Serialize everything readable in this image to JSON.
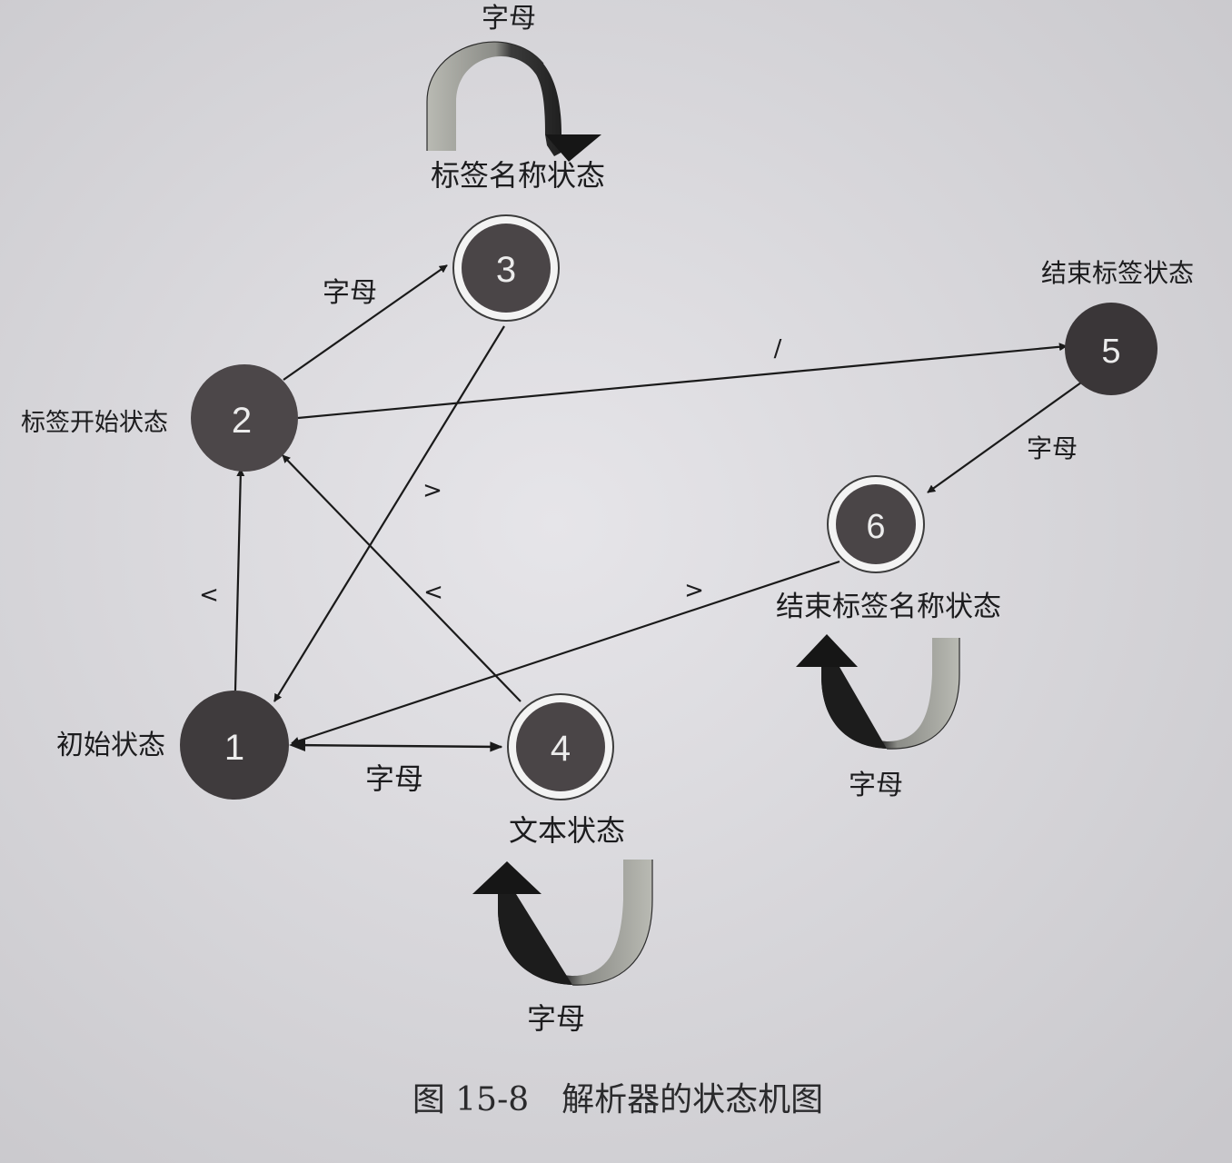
{
  "states": {
    "s1": {
      "number": "1",
      "name": "初始状态"
    },
    "s2": {
      "number": "2",
      "name": "标签开始状态"
    },
    "s3": {
      "number": "3",
      "name": "标签名称状态"
    },
    "s4": {
      "number": "4",
      "name": "文本状态"
    },
    "s5": {
      "number": "5",
      "name": "结束标签状态"
    },
    "s6": {
      "number": "6",
      "name": "结束标签名称状态"
    }
  },
  "transitions": {
    "t_1_2": "<",
    "t_2_3": "字母",
    "t_2_5": "/",
    "t_3_1": ">",
    "t_1_4": "字母",
    "t_4_2": "<",
    "t_5_6": "字母",
    "t_6_1": ">",
    "loop_3": "字母",
    "loop_4": "字母",
    "loop_6": "字母"
  },
  "caption": "图 15-8　解析器的状态机图",
  "colors": {
    "background": "#d9d8dc",
    "node_fill": "#4a4648",
    "node_ring": "#f2f2f2",
    "edge": "#1a1a1a",
    "loop_dark": "#1b1b1b",
    "loop_light": "#a9aaa3"
  }
}
